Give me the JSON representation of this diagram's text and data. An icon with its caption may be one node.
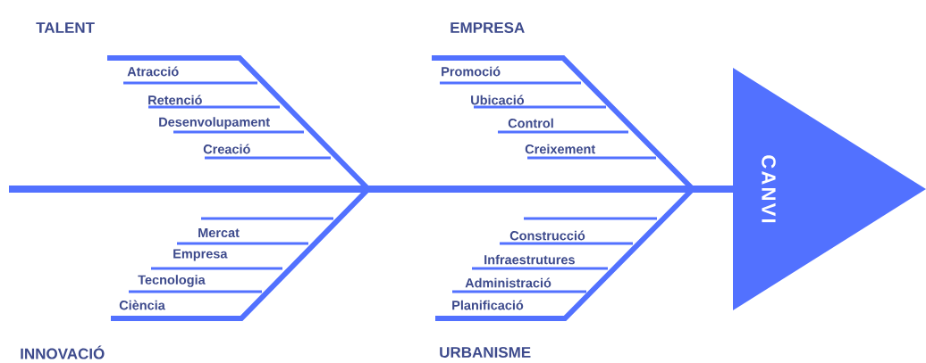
{
  "diagram": {
    "nodes": [
      {
        "text": [
          "CANVI"
        ]
      }
    ],
    "labels": [
      "TALENT",
      "Atracció",
      "Retenció",
      "Desenvolupament",
      "Creació",
      "EMPRESA",
      "Promoció",
      "Ubicació",
      "Control",
      "Creixement",
      "Mercat",
      "Empresa",
      "Tecnologia",
      "Ciència",
      "INNOVACIÓ",
      "Construcció",
      "Infraestrutures",
      "Administració",
      "Planificació",
      "URBANISME"
    ]
  }
}
